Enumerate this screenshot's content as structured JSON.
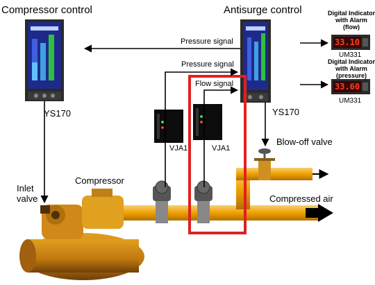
{
  "titles": {
    "compressor_control": "Compressor control",
    "antisurge_control": "Antisurge control"
  },
  "controllers": {
    "left_model": "YS170",
    "right_model": "YS170"
  },
  "signals": {
    "pressure_top": "Pressure signal",
    "pressure_mid": "Pressure signal",
    "flow": "Flow signal"
  },
  "converters": {
    "left": "VJA1",
    "right": "VJA1"
  },
  "indicators": [
    {
      "title_l1": "Digital Indicator",
      "title_l2": "with Alarm",
      "title_l3": "(flow)",
      "value": "33.10",
      "model": "UM331"
    },
    {
      "title_l1": "Digital Indicator",
      "title_l2": "with Alarm",
      "title_l3": "(pressure)",
      "value": "33.60",
      "model": "UM331"
    }
  ],
  "process": {
    "inlet_valve_l1": "Inlet",
    "inlet_valve_l2": "valve",
    "compressor": "Compressor",
    "blowoff_valve": "Blow-off valve",
    "compressed_air": "Compressed air"
  },
  "colors": {
    "pipe": "#f0a000",
    "highlight_box": "#e02020",
    "controller_screen": "#1e2a8a",
    "indicator_display": "#e03010"
  }
}
